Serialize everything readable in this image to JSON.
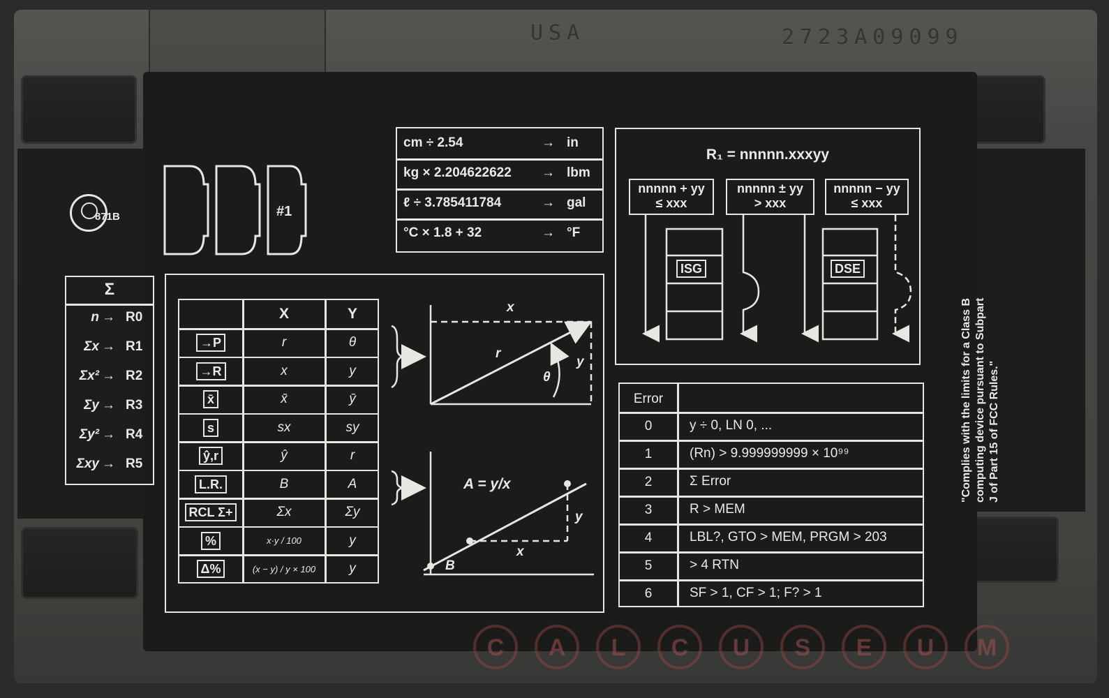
{
  "case_text": {
    "origin": "USA",
    "serial": "2723A09099"
  },
  "logo": {
    "code": "871B"
  },
  "tabs": {
    "label": "#1"
  },
  "sum_table": {
    "header": "Σ",
    "rows": [
      {
        "left": "n",
        "right": "R0"
      },
      {
        "left": "Σx",
        "right": "R1"
      },
      {
        "left": "Σx²",
        "right": "R2"
      },
      {
        "left": "Σy",
        "right": "R3"
      },
      {
        "left": "Σy²",
        "right": "R4"
      },
      {
        "left": "Σxy",
        "right": "R5"
      }
    ],
    "arrow": "→"
  },
  "conversions": [
    {
      "expr": "cm ÷ 2.54",
      "unit": "in"
    },
    {
      "expr": "kg × 2.204622622",
      "unit": "lbm"
    },
    {
      "expr": "ℓ ÷ 3.785411784",
      "unit": "gal"
    },
    {
      "expr": "°C × 1.8 + 32",
      "unit": "°F"
    }
  ],
  "loop_panel": {
    "title": "R₁ = nnnnn.xxxyy",
    "cond_isg": {
      "l1": "nnnnn + yy",
      "l2": "≤ xxx"
    },
    "cond_mid": {
      "l1": "nnnnn ± yy",
      "l2": "> xxx"
    },
    "cond_dse": {
      "l1": "nnnnn − yy",
      "l2": "≤ xxx"
    },
    "isg_key": "ISG",
    "dse_key": "DSE"
  },
  "func_table": {
    "col_x": "X",
    "col_y": "Y",
    "rows": [
      {
        "key": "→P",
        "x": "r",
        "y": "θ"
      },
      {
        "key": "→R",
        "x": "x",
        "y": "y"
      },
      {
        "key": "x̄",
        "x": "x̄",
        "y": "ȳ"
      },
      {
        "key": "s",
        "x": "sx",
        "y": "sy"
      },
      {
        "key": "ŷ,r",
        "x": "ŷ",
        "y": "r"
      },
      {
        "key": "L.R.",
        "x": "B",
        "y": "A"
      },
      {
        "key": "RCL Σ+",
        "x": "Σx",
        "y": "Σy"
      },
      {
        "key": "%",
        "x": "x·y / 100",
        "y": "y"
      },
      {
        "key": "Δ%",
        "x": "(x − y) / y × 100",
        "y": "y"
      }
    ]
  },
  "polar_diagram": {
    "top": "x",
    "hyp": "r",
    "side": "y",
    "angle": "θ"
  },
  "lr_diagram": {
    "eq": "A = y/x",
    "side": "y",
    "base": "x",
    "intercept": "B"
  },
  "errors": {
    "header": "Error",
    "rows": [
      {
        "code": "0",
        "desc": "y ÷ 0,  LN 0, ..."
      },
      {
        "code": "1",
        "desc": "(Rn) > 9.999999999 × 10⁹⁹"
      },
      {
        "code": "2",
        "desc": "Σ Error"
      },
      {
        "code": "3",
        "desc": "R > MEM"
      },
      {
        "code": "4",
        "desc": "LBL?, GTO > MEM, PRGM > 203"
      },
      {
        "code": "5",
        "desc": "> 4 RTN"
      },
      {
        "code": "6",
        "desc": "SF > 1, CF > 1; F? > 1"
      }
    ]
  },
  "fcc": {
    "l1": "\"Complies with the limits for a Class B",
    "l2": "computing device pursuant to Subpart",
    "l3": "J of Part 15 of FCC Rules.\""
  },
  "watermark": [
    "C",
    "A",
    "L",
    "C",
    "U",
    "S",
    "E",
    "U",
    "M"
  ]
}
